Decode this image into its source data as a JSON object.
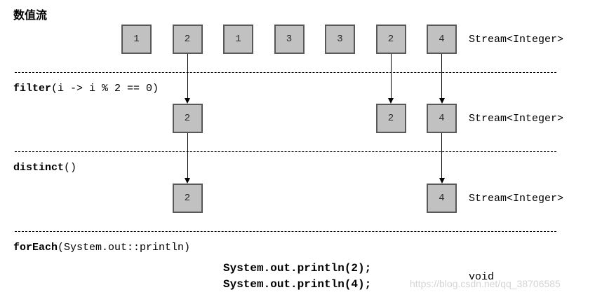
{
  "title": "数值流",
  "colors": {
    "box_fill": "#c1c1c1",
    "box_border": "#585858",
    "line": "#000000",
    "watermark": "#d4d4d4"
  },
  "rows": [
    {
      "name": "source-stream",
      "type_label": "Stream<Integer>",
      "boxes": [
        {
          "col": 0,
          "value": "1"
        },
        {
          "col": 1,
          "value": "2"
        },
        {
          "col": 2,
          "value": "1"
        },
        {
          "col": 3,
          "value": "3"
        },
        {
          "col": 4,
          "value": "3"
        },
        {
          "col": 5,
          "value": "2"
        },
        {
          "col": 6,
          "value": "4"
        }
      ]
    },
    {
      "name": "after-filter",
      "type_label": "Stream<Integer>",
      "boxes": [
        {
          "col": 1,
          "value": "2"
        },
        {
          "col": 5,
          "value": "2"
        },
        {
          "col": 6,
          "value": "4"
        }
      ]
    },
    {
      "name": "after-distinct",
      "type_label": "Stream<Integer>",
      "boxes": [
        {
          "col": 1,
          "value": "2"
        },
        {
          "col": 6,
          "value": "4"
        }
      ]
    }
  ],
  "operations": [
    {
      "keyword": "filter",
      "args": "(i -> i % 2 == 0)"
    },
    {
      "keyword": "distinct",
      "args": "()"
    },
    {
      "keyword": "forEach",
      "args": "(System.out::println)"
    }
  ],
  "arrows": [
    {
      "from_row": 0,
      "to_row": 1,
      "col": 1
    },
    {
      "from_row": 0,
      "to_row": 1,
      "col": 5
    },
    {
      "from_row": 0,
      "to_row": 1,
      "col": 6
    },
    {
      "from_row": 1,
      "to_row": 2,
      "col": 1
    },
    {
      "from_row": 1,
      "to_row": 2,
      "col": 6
    }
  ],
  "output": {
    "lines": [
      "System.out.println(2);",
      "System.out.println(4);"
    ],
    "result_type": "void"
  },
  "watermark": "https://blog.csdn.net/qq_38706585"
}
